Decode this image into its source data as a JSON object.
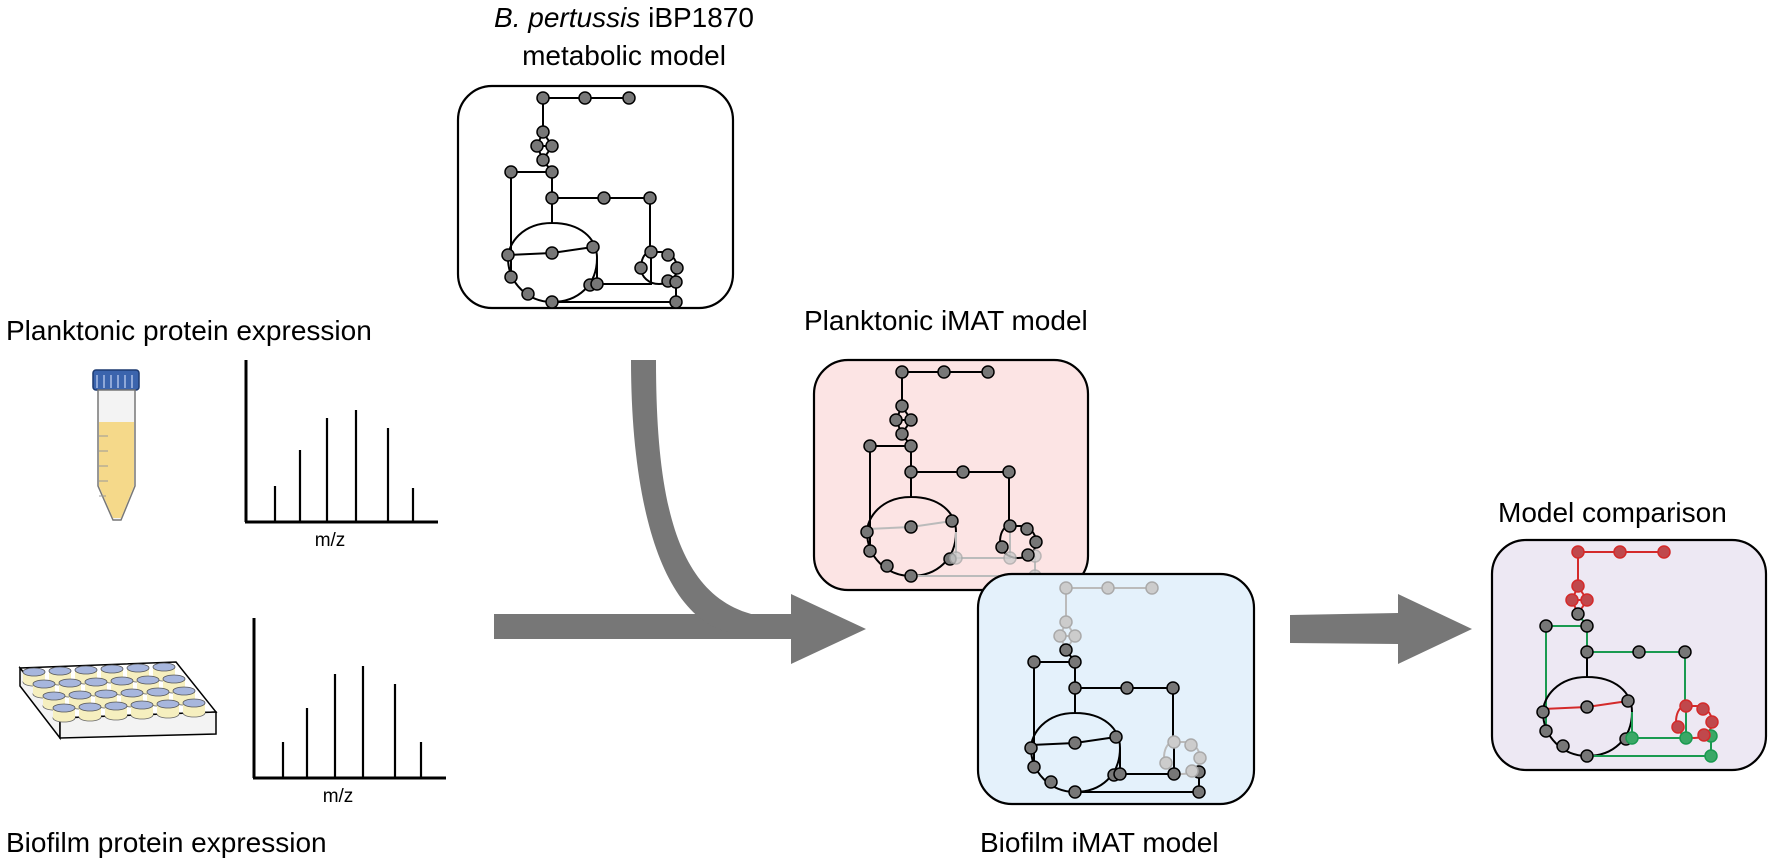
{
  "labels": {
    "model_title_italic": "B. pertussis",
    "model_title_rest": " iBP1870",
    "model_title_line2": "metabolic model",
    "planktonic_expression": "Planktonic protein expression",
    "biofilm_expression": "Biofilm protein expression",
    "planktonic_imat": "Planktonic iMAT model",
    "biofilm_imat": "Biofilm iMAT model",
    "comparison": "Model comparison",
    "mz_top": "m/z",
    "mz_bottom": "m/z"
  },
  "colors": {
    "arrow": "#777777",
    "node_fill": "#777777",
    "planktonic_box": "#fce4e4",
    "biofilm_box": "#e4f1fb",
    "comparison_box": "#ede8f3",
    "inactive": "#bbbbbb",
    "red_path": "#d42a2a",
    "green_path": "#1a9a50",
    "tube_cap": "#3b64ad",
    "tube_liquid": "#f5d98a",
    "plate_well_top": "#a7b6dd",
    "plate_well_bottom": "#f6efbf"
  }
}
